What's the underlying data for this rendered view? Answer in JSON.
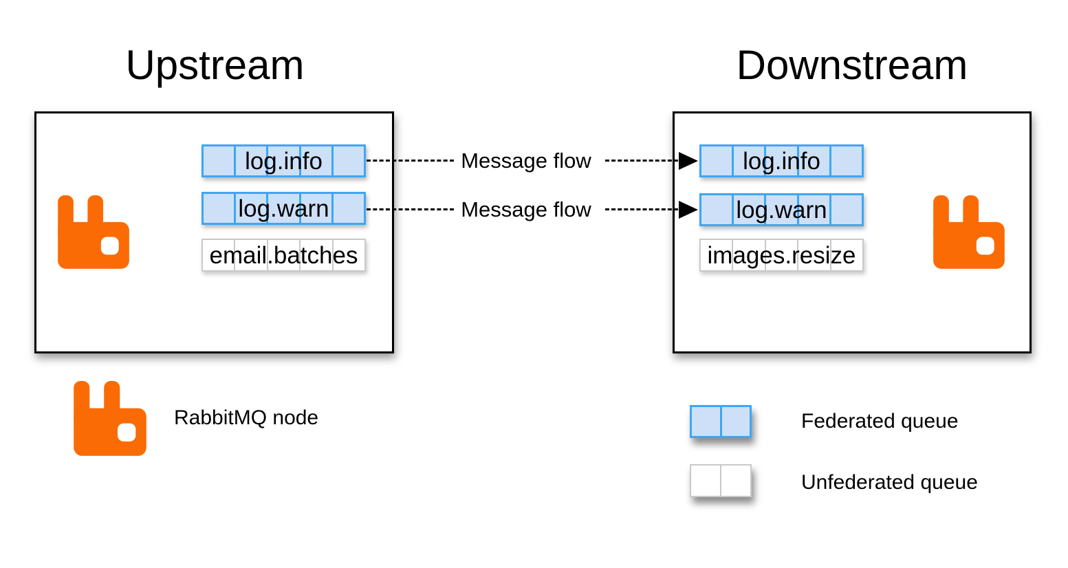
{
  "diagram": {
    "upstream": {
      "title": "Upstream",
      "queues": [
        {
          "name": "log.info",
          "type": "federated"
        },
        {
          "name": "log.warn",
          "type": "federated"
        },
        {
          "name": "email.batches",
          "type": "unfederated"
        }
      ]
    },
    "downstream": {
      "title": "Downstream",
      "queues": [
        {
          "name": "log.info",
          "type": "federated"
        },
        {
          "name": "log.warn",
          "type": "federated"
        },
        {
          "name": "images.resize",
          "type": "unfederated"
        }
      ]
    },
    "flows": [
      {
        "label": "Message flow",
        "from": "upstream log.info",
        "to": "downstream log.info"
      },
      {
        "label": "Message flow",
        "from": "upstream log.warn",
        "to": "downstream log.warn"
      }
    ],
    "legend": {
      "node_label": "RabbitMQ node",
      "federated_label": "Federated queue",
      "unfederated_label": "Unfederated queue"
    }
  },
  "colors": {
    "brand_orange": "#FA6B05",
    "federated_border": "#3FA6F2",
    "federated_fill": "#CEE0F7",
    "unfederated_border": "#C9C9C9",
    "box_border": "#000000",
    "arrow_color": "#000000"
  }
}
